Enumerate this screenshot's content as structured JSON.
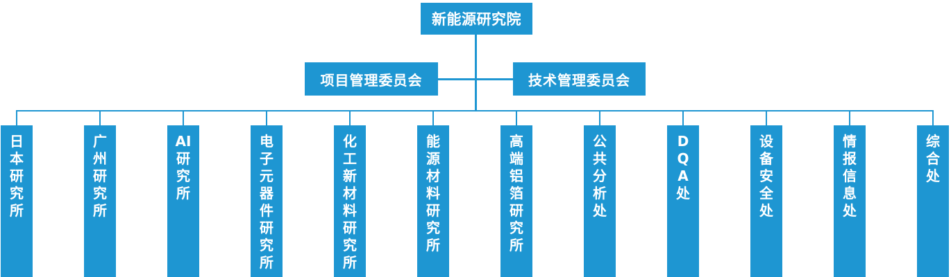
{
  "palette": {
    "node_fill": "#1e96d2",
    "line_color": "#1e96d2",
    "node_text": "#ffffff",
    "background": "#ffffff"
  },
  "org": {
    "root": {
      "label": "新能源研究院"
    },
    "committees": [
      {
        "label": "项目管理委员会"
      },
      {
        "label": "技术管理委员会"
      }
    ],
    "departments": [
      {
        "label": "日本研究所",
        "lines": [
          "日",
          "本",
          "研",
          "究",
          "所"
        ]
      },
      {
        "label": "广州研究所",
        "lines": [
          "广",
          "州",
          "研",
          "究",
          "所"
        ]
      },
      {
        "label": "AI研究所",
        "lines": [
          "AI",
          "研",
          "究",
          "所"
        ]
      },
      {
        "label": "电子元器件研究所",
        "lines": [
          "电",
          "子",
          "元",
          "器",
          "件",
          "研",
          "究",
          "所"
        ]
      },
      {
        "label": "化工新材料研究所",
        "lines": [
          "化",
          "工",
          "新",
          "材",
          "料",
          "研",
          "究",
          "所"
        ]
      },
      {
        "label": "能源材料研究所",
        "lines": [
          "能",
          "源",
          "材",
          "料",
          "研",
          "究",
          "所"
        ]
      },
      {
        "label": "高端铝箔研究所",
        "lines": [
          "高",
          "端",
          "铝",
          "箔",
          "研",
          "究",
          "所"
        ]
      },
      {
        "label": "公共分析处",
        "lines": [
          "公",
          "共",
          "分",
          "析",
          "处"
        ]
      },
      {
        "label": "DQA处",
        "lines": [
          "D",
          "Q",
          "A",
          "处"
        ]
      },
      {
        "label": "设备安全处",
        "lines": [
          "设",
          "备",
          "安",
          "全",
          "处"
        ]
      },
      {
        "label": "情报信息处",
        "lines": [
          "情",
          "报",
          "信",
          "息",
          "处"
        ]
      },
      {
        "label": "综合处",
        "lines": [
          "综",
          "合",
          "处"
        ]
      }
    ]
  }
}
